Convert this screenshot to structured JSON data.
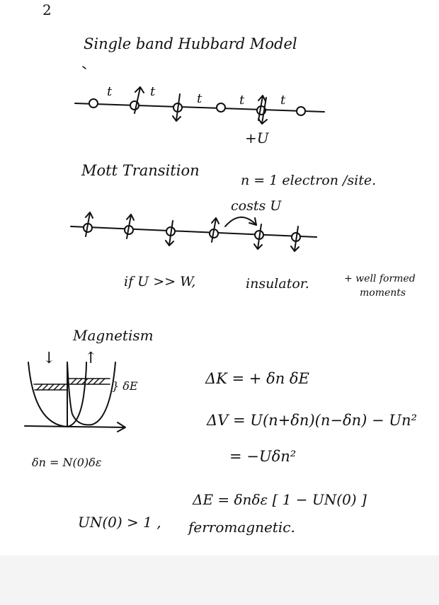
{
  "page_number": "2",
  "title": "Single band Hubbard Model",
  "hopping_symbol": "t",
  "onsite_label": "+U",
  "mott": {
    "heading": "Mott Transition",
    "filling": "n = 1 electron /site.",
    "costs_label": "costs U",
    "condition": "if  U >> W,",
    "result": "insulator.",
    "note_line1": "+ well formed",
    "note_line2": "moments"
  },
  "magnetism": {
    "heading": "Magnetism",
    "down_arrow": "↓",
    "up_arrow": "↑",
    "shift_label": "} δE",
    "dn_relation": "δn = N(0)δε",
    "eq_dk": "ΔK =  + δn δE",
    "eq_dv": "ΔV = U(n+δn)(n−δn) − Un²",
    "eq_dv2": "= −Uδn²",
    "eq_de": "ΔE = δnδε [ 1 − UN(0) ]",
    "criterion_lhs": "UN(0) > 1 ,",
    "criterion_rhs": "ferromagnetic."
  }
}
